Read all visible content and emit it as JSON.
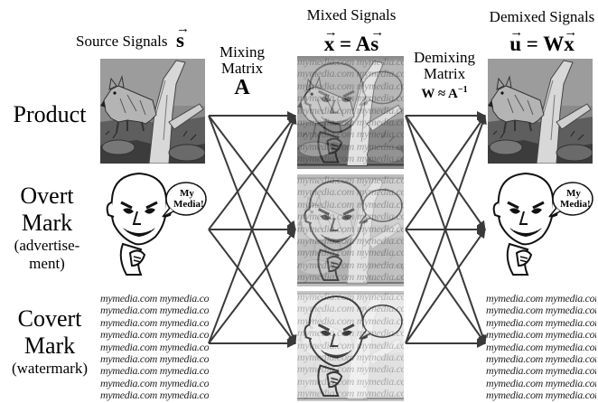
{
  "headers": {
    "source": "Source Signals",
    "mixing_line1": "Mixing",
    "mixing_line2": "Matrix",
    "mixed": "Mixed Signals",
    "demixing_line1": "Demixing",
    "demixing_line2": "Matrix",
    "demixed": "Demixed Signals"
  },
  "equations": {
    "source_symbol": "s",
    "mixing_symbol": "A",
    "mixed_lhs": "x",
    "mixed_rhs_matrix": "A",
    "mixed_rhs_vec": "s",
    "demix_formula": "W ≈ A",
    "demix_exponent": "−1",
    "demixed_lhs": "u",
    "demixed_rhs_matrix": "W",
    "demixed_rhs_vec": "x",
    "equals": "="
  },
  "rows": [
    {
      "label_lines": [
        "Product"
      ],
      "sub_lines": []
    },
    {
      "label_lines": [
        "Overt",
        "Mark"
      ],
      "sub_lines": [
        "(advertise-",
        "ment)"
      ]
    },
    {
      "label_lines": [
        "Covert",
        "Mark"
      ],
      "sub_lines": [
        "(watermark)"
      ]
    }
  ],
  "speech_bubble": {
    "line1": "My",
    "line2": "Media!"
  },
  "watermark_text": "mymedia.com",
  "colors": {
    "arrow": "#3a3a3a",
    "text": "#000000",
    "background": "#ffffff"
  }
}
